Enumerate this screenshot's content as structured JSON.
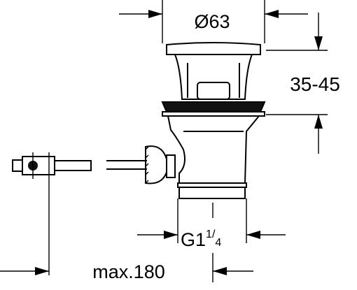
{
  "labels": {
    "diameter": "Ø63",
    "height_range": "35-45",
    "thread_main": "G1",
    "thread_num": "1",
    "thread_slash": "/",
    "thread_den": "4",
    "max_length": "max.180"
  }
}
